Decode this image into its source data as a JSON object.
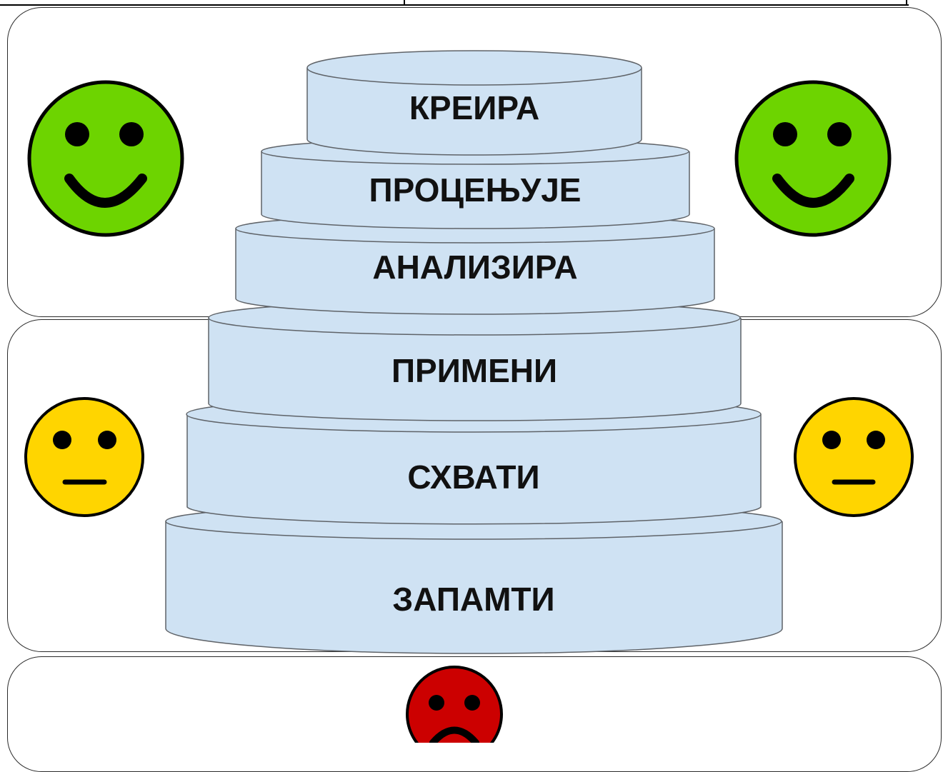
{
  "colors": {
    "tier_fill": "#cfe2f3",
    "tier_stroke": "#5f6368",
    "happy_face": "#6dd400",
    "neutral_face": "#ffd500",
    "sad_face": "#cc0000",
    "band_border": "#2a2a2a"
  },
  "tiers": [
    {
      "label": "КРЕИРА"
    },
    {
      "label": "ПРОЦЕЊУЈЕ"
    },
    {
      "label": "АНАЛИЗИРА"
    },
    {
      "label": "ПРИМЕНИ"
    },
    {
      "label": "СХВАТИ"
    },
    {
      "label": "ЗАПАМТИ"
    }
  ],
  "faces": {
    "top": "smiling-face",
    "middle": "neutral-face",
    "bottom": "frowning-face"
  }
}
